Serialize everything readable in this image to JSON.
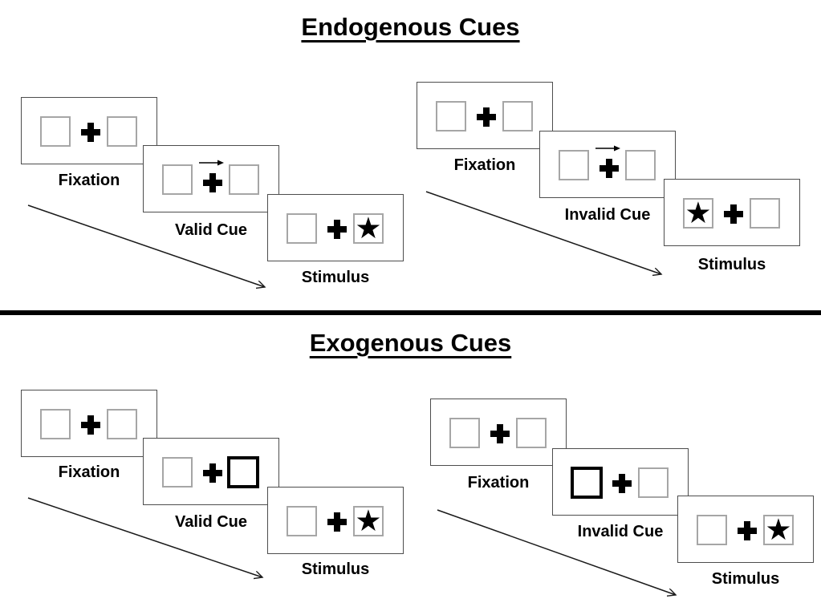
{
  "icons": {
    "target_star": "★",
    "fixation_cross": "css-heavy-plus",
    "cue_arrow": "svg-right-arrow",
    "sequence_arrow": "svg-diagonal-line-arrow"
  },
  "sections": [
    {
      "title": "Endogenous Cues",
      "groups": [
        {
          "trial": "valid",
          "steps": [
            {
              "label": "Fixation",
              "content": "two empty boxes, central cross"
            },
            {
              "label": "Valid Cue",
              "content": "central arrow pointing right",
              "cue": "arrow-right"
            },
            {
              "label": "Stimulus",
              "content": "star in right box",
              "star": "right"
            }
          ]
        },
        {
          "trial": "invalid",
          "steps": [
            {
              "label": "Fixation",
              "content": "two empty boxes, central cross"
            },
            {
              "label": "Invalid Cue",
              "content": "central arrow pointing right",
              "cue": "arrow-right"
            },
            {
              "label": "Stimulus",
              "content": "star in left box",
              "star": "left"
            }
          ]
        }
      ]
    },
    {
      "title": "Exogenous Cues",
      "groups": [
        {
          "trial": "valid",
          "steps": [
            {
              "label": "Fixation",
              "content": "two empty boxes, central cross"
            },
            {
              "label": "Valid Cue",
              "content": "right box bold highlighted",
              "cue": "bold-box-right"
            },
            {
              "label": "Stimulus",
              "content": "star in right box",
              "star": "right"
            }
          ]
        },
        {
          "trial": "invalid",
          "steps": [
            {
              "label": "Fixation",
              "content": "two empty boxes, central cross"
            },
            {
              "label": "Invalid Cue",
              "content": "left box bold highlighted",
              "cue": "bold-box-left"
            },
            {
              "label": "Stimulus",
              "content": "star in right box",
              "star": "right"
            }
          ]
        }
      ]
    }
  ],
  "colors": {
    "background": "#ffffff",
    "ink": "#000000",
    "box_gray": "#a6a6a6",
    "panel_border": "#4d4d4d"
  }
}
